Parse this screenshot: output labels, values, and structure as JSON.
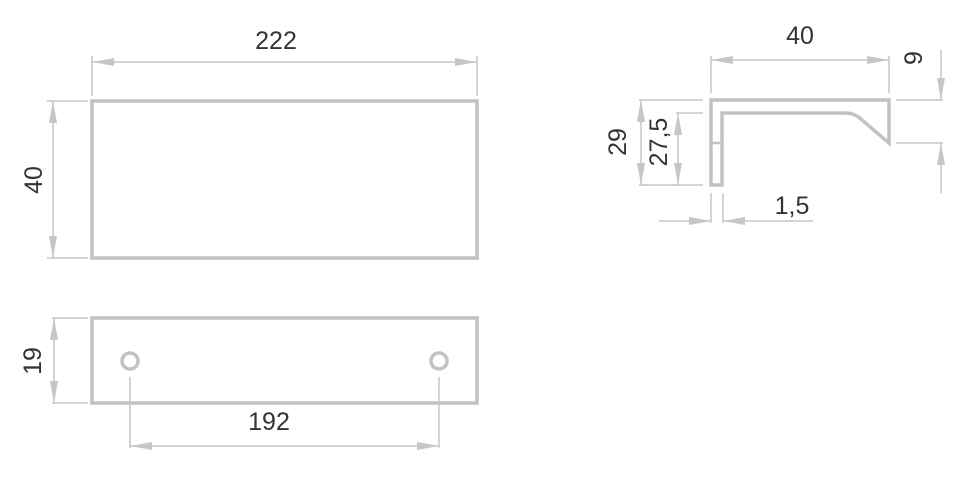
{
  "front_view": {
    "length_label": "222",
    "height_label": "40"
  },
  "bottom_view": {
    "depth_label": "19",
    "hole_spacing_label": "192"
  },
  "side_view": {
    "width_label": "40",
    "lip_height_label": "9",
    "total_height_label": "29",
    "inner_height_label": "27,5",
    "thickness_label": "1,5"
  },
  "colors": {
    "line": "#c2c2c2",
    "text": "#333333"
  }
}
